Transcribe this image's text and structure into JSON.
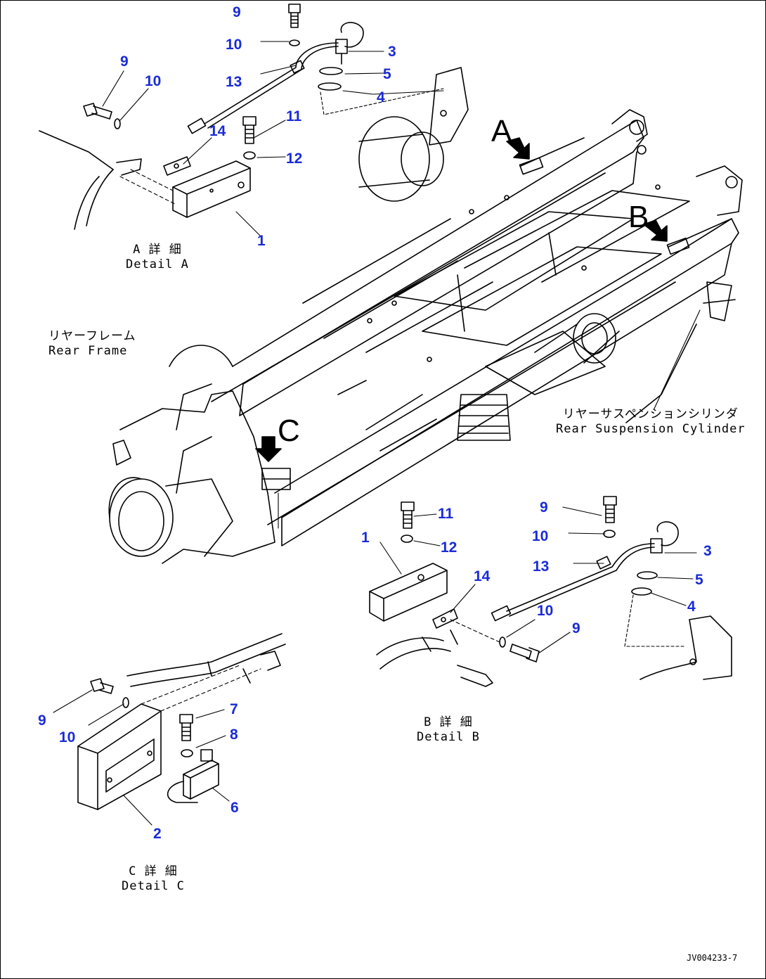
{
  "diagram": {
    "figure_code": "JV004233-7",
    "line_color": "#000000",
    "callout_color": "#1a2bd6",
    "view_letters": [
      "A",
      "B",
      "C"
    ],
    "captions": {
      "detail_a_jp": "A 詳 細",
      "detail_a_en": "Detail A",
      "detail_b_jp": "B 詳 細",
      "detail_b_en": "Detail B",
      "detail_c_jp": "C 詳 細",
      "detail_c_en": "Detail C",
      "rear_frame_jp": "リヤーフレーム",
      "rear_frame_en": "Rear Frame",
      "rear_cyl_jp": "リヤーサスペンションシリンダ",
      "rear_cyl_en": "Rear Suspension Cylinder"
    },
    "callouts": {
      "a": [
        "9",
        "10",
        "13",
        "3",
        "5",
        "4",
        "9",
        "10",
        "14",
        "11",
        "12",
        "1"
      ],
      "b": [
        "11",
        "12",
        "1",
        "14",
        "9",
        "10",
        "13",
        "3",
        "5",
        "4",
        "10",
        "9"
      ],
      "c": [
        "9",
        "10",
        "7",
        "8",
        "6",
        "2"
      ]
    }
  }
}
